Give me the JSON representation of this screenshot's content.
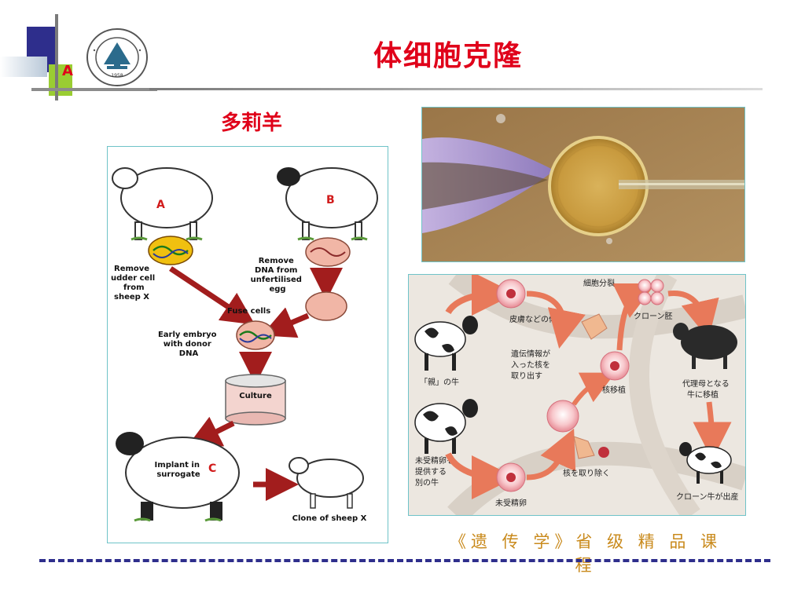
{
  "slide": {
    "title": "体细胞克隆",
    "subtitle": "多莉羊",
    "footer": "《遗 传 学》省 级 精 品 课 程",
    "logo_letter": "A",
    "crest_year": "1958"
  },
  "dolly_diagram": {
    "sheep_a": "A",
    "sheep_b": "B",
    "sheep_c": "C",
    "remove_udder": [
      "Remove",
      "udder cell",
      "from",
      "sheep X"
    ],
    "remove_dna": [
      "Remove",
      "DNA from",
      "unfertilised",
      "egg"
    ],
    "fuse": "Fuse cells",
    "early_embryo": [
      "Early embryo",
      "with donor",
      "DNA"
    ],
    "culture": "Culture",
    "implant": [
      "Implant in",
      "surrogate"
    ],
    "clone": "Clone of sheep X"
  },
  "cattle_diagram": {
    "cell_division": "細胞分裂",
    "skin_cells": "皮膚などの体細胞",
    "clone_embryo": "クローン胚",
    "extract_nucleus": [
      "遺伝情報が",
      "入った核を",
      "取り出す"
    ],
    "parent_cow": "「親」の牛",
    "nuclear_transfer": "核移植",
    "surrogate_cow": [
      "代理母となる",
      "牛に移植"
    ],
    "egg_donor": [
      "未受精卵を",
      "提供する",
      "別の牛"
    ],
    "remove_nucleus": "核を取り除く",
    "unfertilized_egg": "未受精卵",
    "clone_born": "クローン牛が出産"
  }
}
